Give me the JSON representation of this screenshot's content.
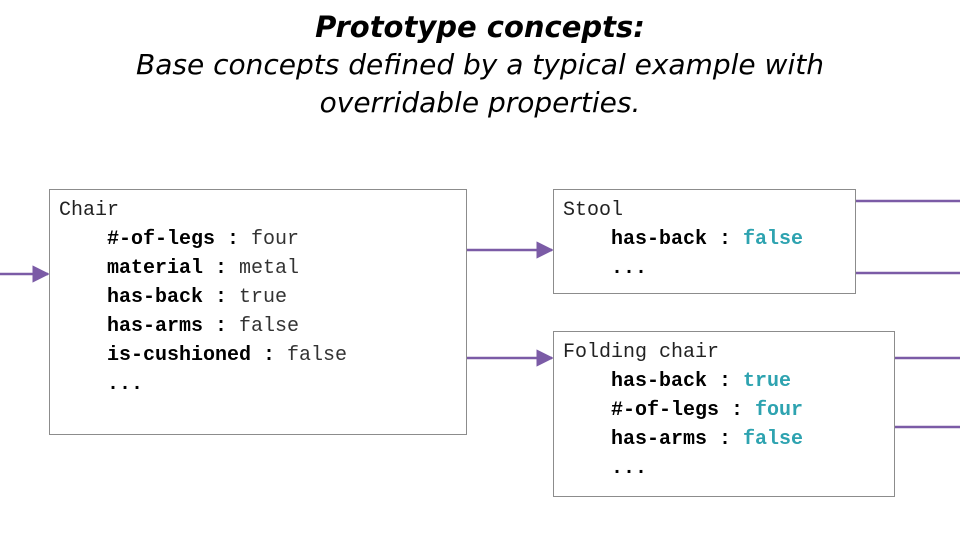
{
  "title": {
    "heading": "Prototype concepts:",
    "subtitle_line1": "Base concepts defined by a typical example with",
    "subtitle_line2": "overridable properties."
  },
  "boxes": {
    "chair": {
      "name": "Chair",
      "props": [
        {
          "key": "#-of-legs",
          "sep": " : ",
          "value": "four"
        },
        {
          "key": "material",
          "sep": " : ",
          "value": "metal"
        },
        {
          "key": "has-back",
          "sep": " : ",
          "value": "true"
        },
        {
          "key": "has-arms",
          "sep": " : ",
          "value": "false"
        },
        {
          "key": "is-cushioned",
          "sep": " : ",
          "value": "false"
        }
      ],
      "ellipsis": "..."
    },
    "stool": {
      "name": "Stool",
      "props": [
        {
          "key": "has-back",
          "sep": " : ",
          "value": "false"
        }
      ],
      "ellipsis": "..."
    },
    "folding_chair": {
      "name": "Folding chair",
      "props": [
        {
          "key": "has-back",
          "sep": " : ",
          "value": "true"
        },
        {
          "key": "#-of-legs",
          "sep": " : ",
          "value": "four"
        },
        {
          "key": "has-arms",
          "sep": " : ",
          "value": "false"
        }
      ],
      "ellipsis": "..."
    }
  },
  "colors": {
    "arrow": "#7b5ba6",
    "override_value": "#2ea3b0",
    "border": "#8c8c8c"
  }
}
